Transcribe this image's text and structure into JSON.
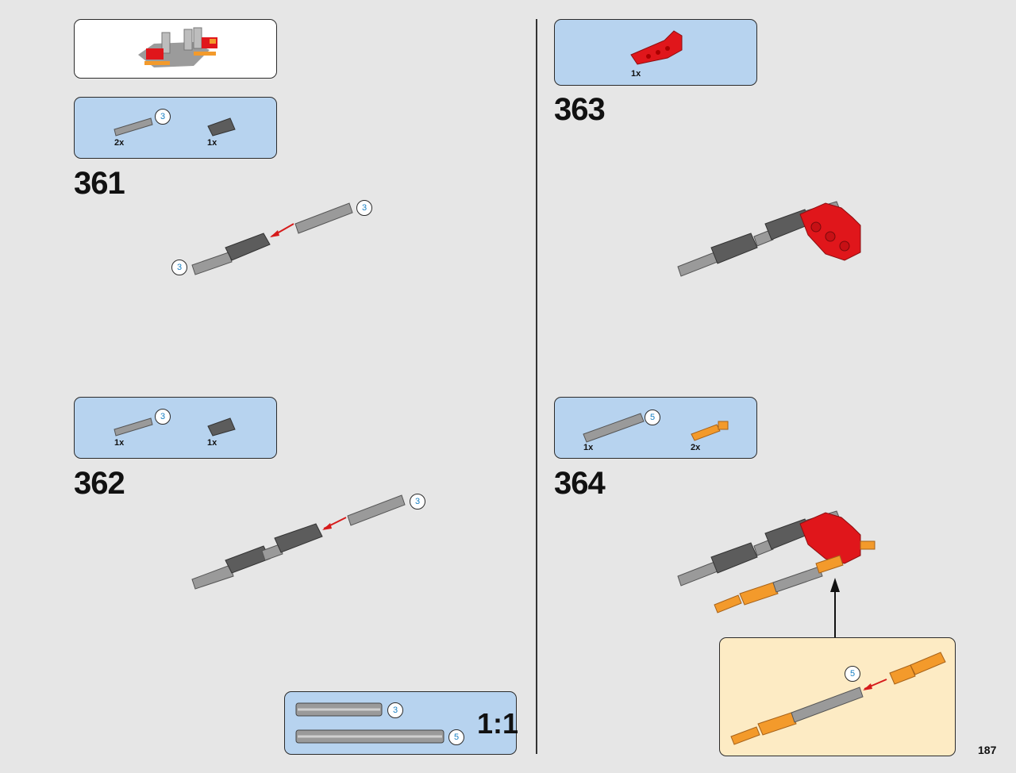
{
  "page": {
    "number": "187"
  },
  "steps": [
    {
      "number": "361",
      "parts": [
        {
          "qty": "2x",
          "length": "3"
        },
        {
          "qty": "1x"
        }
      ],
      "labels": [
        "3",
        "3"
      ]
    },
    {
      "number": "362",
      "parts": [
        {
          "qty": "1x",
          "length": "3"
        },
        {
          "qty": "1x"
        }
      ],
      "labels": [
        "3"
      ]
    },
    {
      "number": "363",
      "parts": [
        {
          "qty": "1x"
        }
      ]
    },
    {
      "number": "364",
      "parts": [
        {
          "qty": "1x",
          "length": "5"
        },
        {
          "qty": "2x"
        }
      ],
      "labels": [
        "5"
      ]
    }
  ],
  "scale": {
    "label": "1:1",
    "axle_a": "3",
    "axle_b": "5"
  },
  "colors": {
    "bluebox": "#b7d3ef",
    "cream": "#fdebc4",
    "red": "#e0161b",
    "orange": "#f39a2b",
    "gray": "#8a8a8a",
    "dark": "#5c5c5c"
  }
}
